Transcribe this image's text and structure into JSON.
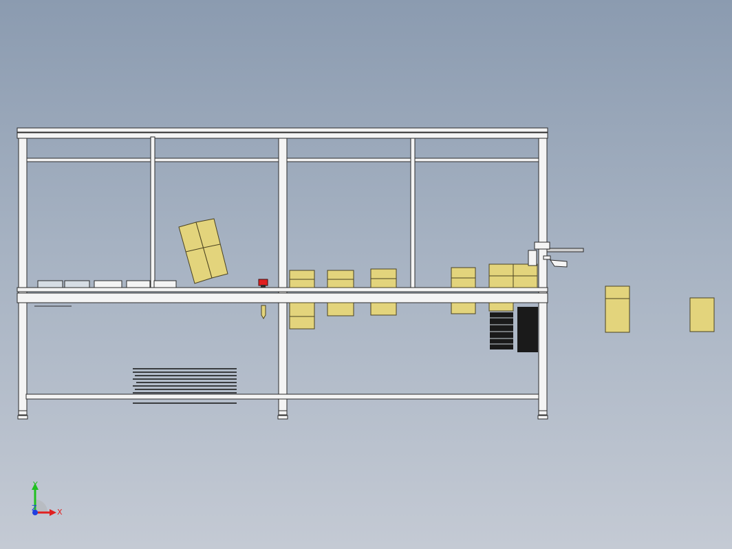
{
  "viewport": {
    "background_top": "#8b9bb0",
    "background_bottom": "#c4cad4"
  },
  "scene": {
    "frame_color": "#f4f4f4",
    "frame_outline": "#2a2a2a",
    "box_color": "#e3d47c",
    "box_outline": "#4a4220",
    "stop_button_color": "#e02020"
  },
  "triad": {
    "x_label": "X",
    "y_label": "Y",
    "z_label": "Z",
    "x_color": "#e02020",
    "y_color": "#20c020",
    "z_color": "#2040e0"
  }
}
